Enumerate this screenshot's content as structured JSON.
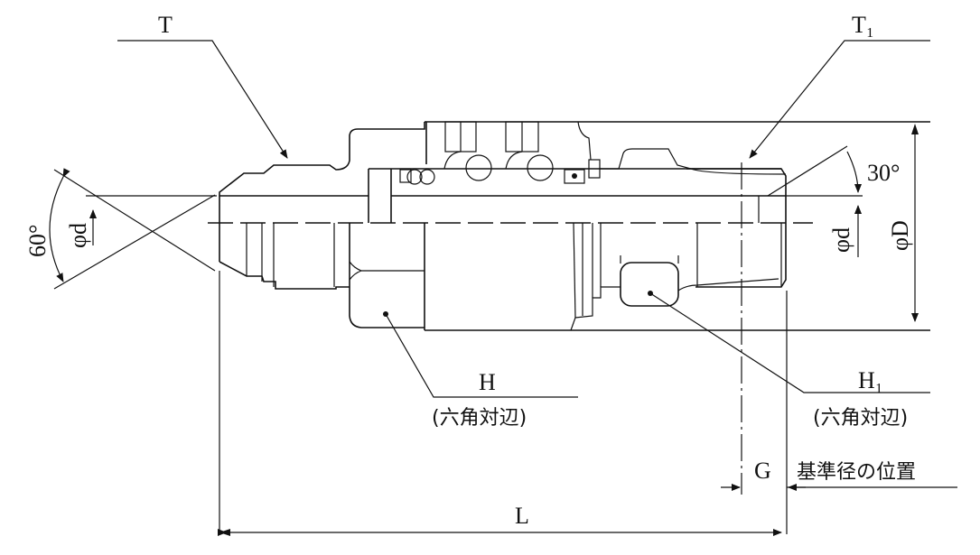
{
  "labels": {
    "T": "T",
    "T1": "T₁",
    "angle_left": "60°",
    "angle_right": "30°",
    "phi_d_left": "φd",
    "phi_d_right": "φd",
    "phi_D": "φD",
    "H": "H",
    "H_note": "(六角対辺)",
    "H1": "H₁",
    "H1_note": "(六角対辺)",
    "G": "G",
    "reference_position": "基準径の位置",
    "L": "L"
  },
  "colors": {
    "line": "#111111",
    "background": "#ffffff"
  }
}
